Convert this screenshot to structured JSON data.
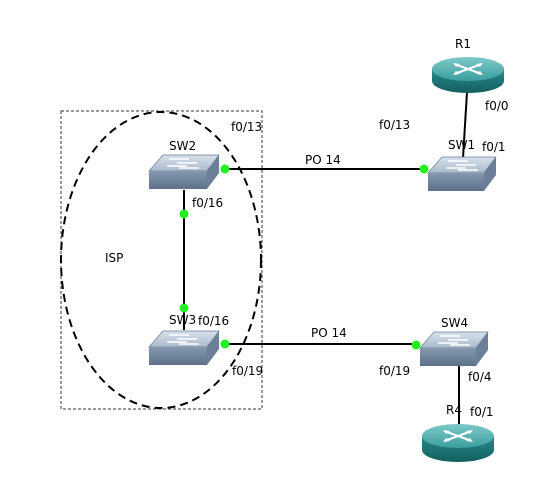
{
  "diagram": {
    "devices": {
      "r1": {
        "label": "R1",
        "type": "router"
      },
      "sw1": {
        "label": "SW1",
        "type": "switch"
      },
      "sw2": {
        "label": "SW2",
        "type": "switch"
      },
      "sw3": {
        "label": "SW3",
        "type": "switch"
      },
      "sw4": {
        "label": "SW4",
        "type": "switch"
      },
      "r4": {
        "label": "R4",
        "type": "router"
      }
    },
    "zone_label": "ISP",
    "ports": {
      "sw2_f013": "f0/13",
      "sw1_f013": "f0/13",
      "r1_f00": "f0/0",
      "sw1_f01": "f0/1",
      "sw2_f016": "f0/16",
      "sw3_f016": "f0/16",
      "sw3_f019": "f0/19",
      "sw4_f019": "f0/19",
      "sw4_f04": "f0/4",
      "r4_f01": "f0/1"
    },
    "links": {
      "po_top": "PO 14",
      "po_bottom": "PO 14"
    },
    "colors": {
      "link_up_dot": "#22ee22",
      "router_body": "#1f8c8c",
      "switch_body": "#8ea3bb",
      "line": "#000000"
    }
  }
}
